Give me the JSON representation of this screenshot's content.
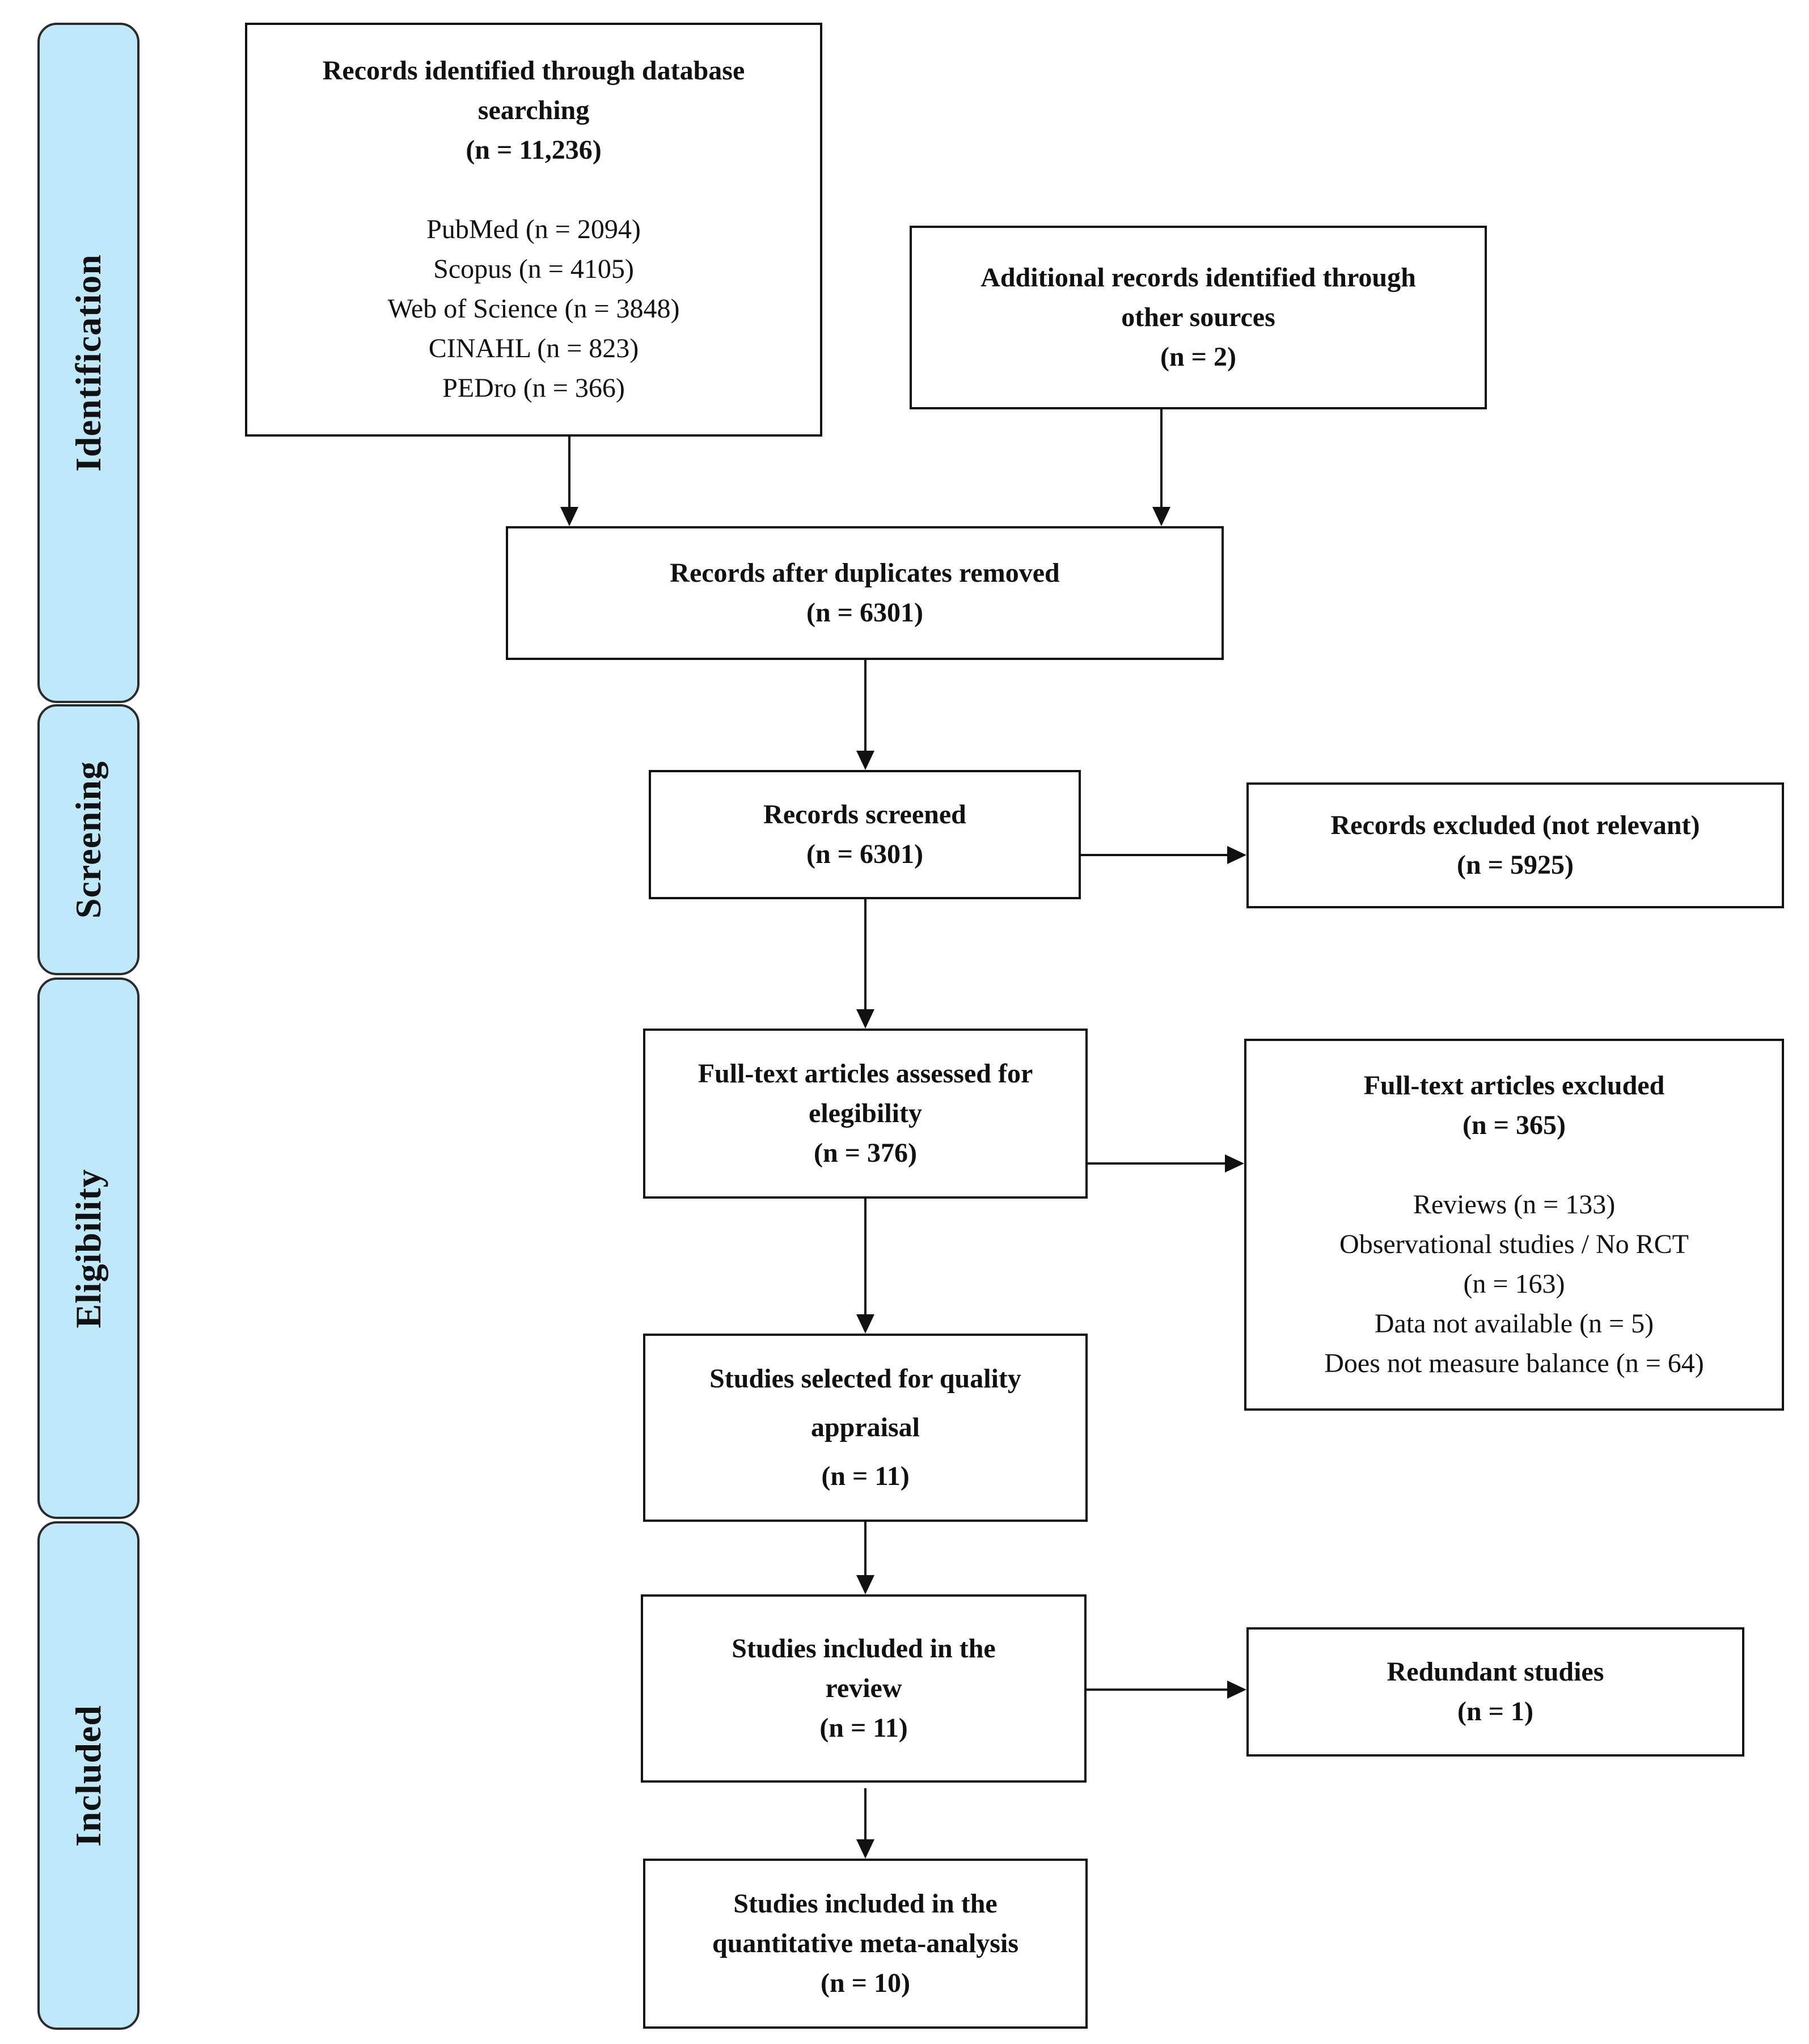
{
  "phases": {
    "identification": "Identification",
    "screening": "Screening",
    "eligibility": "Eligibility",
    "included": "Included"
  },
  "db_search": {
    "title_line1": "Records identified through database",
    "title_line2": "searching",
    "count": "(n = 11,236)",
    "sources": [
      "PubMed (n = 2094)",
      "Scopus (n = 4105)",
      "Web of Science (n = 3848)",
      "CINAHL (n = 823)",
      "PEDro (n = 366)"
    ]
  },
  "other_sources": {
    "title_line1": "Additional records identified through",
    "title_line2": "other sources",
    "count": "(n = 2)"
  },
  "dedup": {
    "title": "Records after duplicates removed",
    "count": "(n = 6301)"
  },
  "screened": {
    "title": "Records screened",
    "count": "(n = 6301)"
  },
  "excluded_records": {
    "title": "Records excluded (not relevant)",
    "count": "(n = 5925)"
  },
  "fulltext": {
    "title_line1": "Full-text articles assessed for",
    "title_line2": "elegibility",
    "count": "(n = 376)"
  },
  "fulltext_excluded": {
    "title": "Full-text articles excluded",
    "count": "(n = 365)",
    "reasons": [
      "Reviews (n = 133)",
      "Observational studies / No RCT",
      "(n = 163)",
      "Data not available (n = 5)",
      "Does not measure balance (n = 64)"
    ]
  },
  "quality": {
    "title_line1": "Studies selected for quality",
    "title_line2": "appraisal",
    "count": "(n = 11)"
  },
  "review": {
    "title_line1": "Studies included in the",
    "title_line2": "review",
    "count": "(n = 11)"
  },
  "redundant": {
    "title": "Redundant studies",
    "count": "(n = 1)"
  },
  "meta": {
    "title_line1": "Studies included in the",
    "title_line2": "quantitative meta-analysis",
    "count": "(n = 10)"
  }
}
